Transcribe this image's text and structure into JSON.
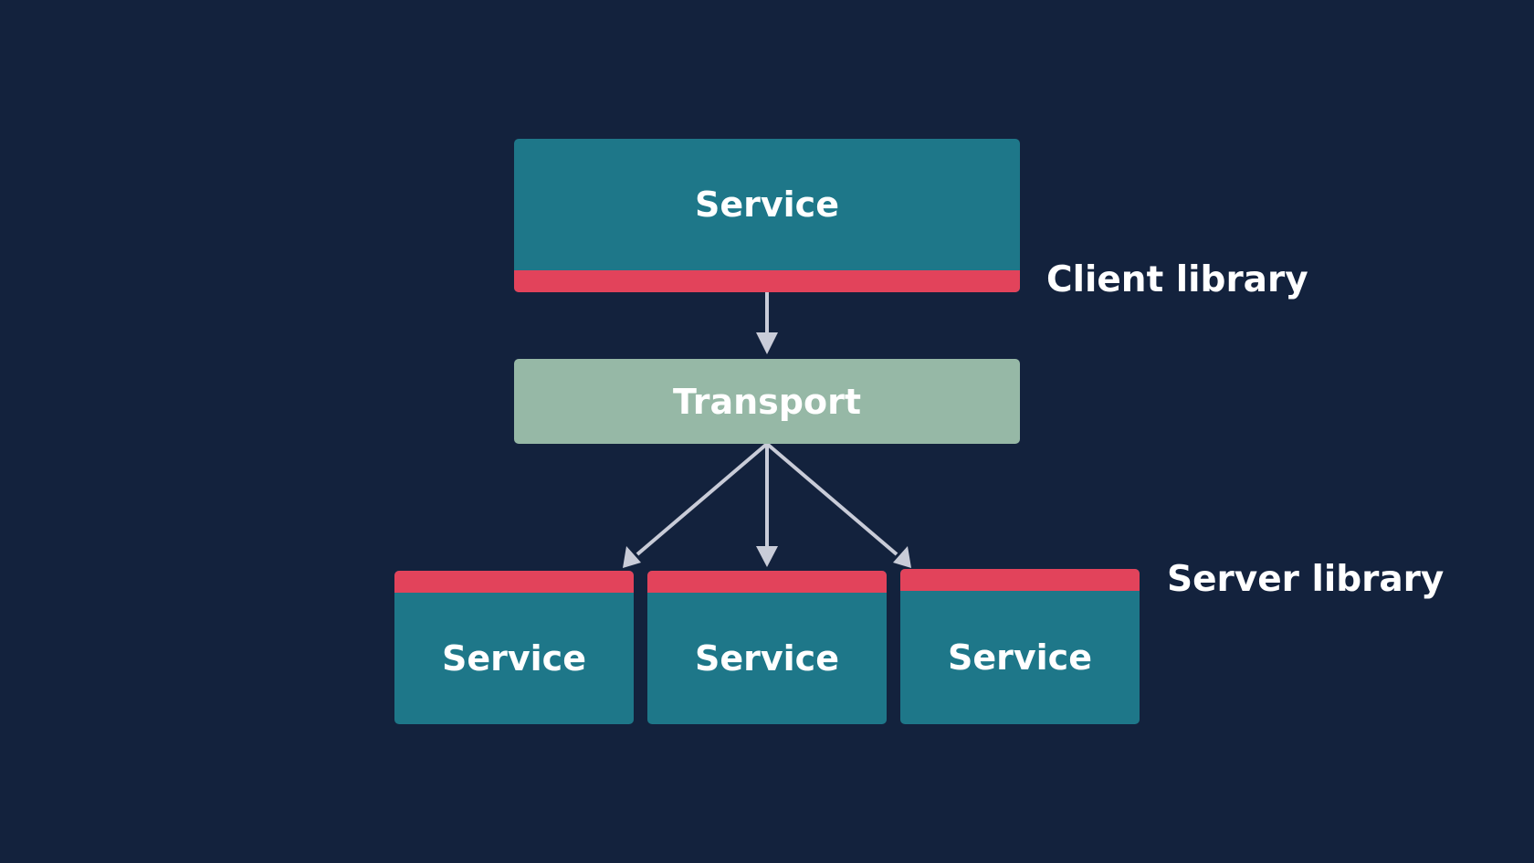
{
  "diagram": {
    "client_service": {
      "label": "Service"
    },
    "client_library_label": "Client library",
    "transport": {
      "label": "Transport"
    },
    "server_services": [
      {
        "label": "Service"
      },
      {
        "label": "Service"
      },
      {
        "label": "Service"
      }
    ],
    "server_library_label": "Server library"
  },
  "colors": {
    "background": "#13223d",
    "service_fill": "#1e7789",
    "library_band": "#e2435b",
    "transport_fill": "#96b8a6",
    "arrow": "#c9ccd8",
    "text": "#ffffff"
  }
}
